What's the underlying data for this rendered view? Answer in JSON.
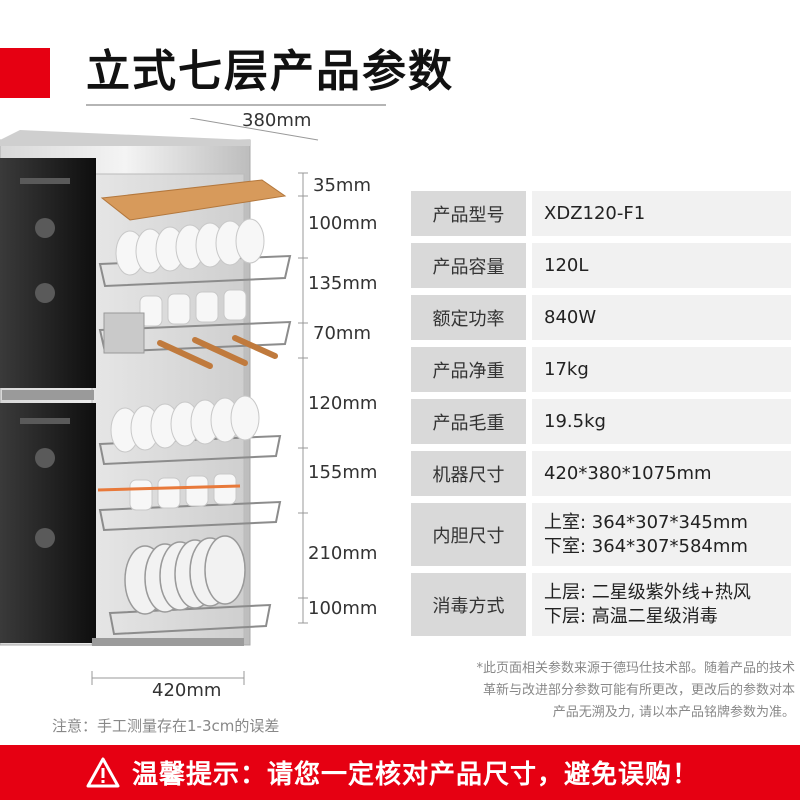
{
  "title": "立式七层产品参数",
  "dimensions": {
    "width_top": "380mm",
    "width_bottom": "420mm",
    "layers": [
      "35mm",
      "100mm",
      "135mm",
      "70mm",
      "120mm",
      "155mm",
      "210mm",
      "100mm"
    ]
  },
  "specs": [
    {
      "label": "产品型号",
      "values": [
        "XDZ120-F1"
      ]
    },
    {
      "label": "产品容量",
      "values": [
        "120L"
      ]
    },
    {
      "label": "额定功率",
      "values": [
        "840W"
      ]
    },
    {
      "label": "产品净重",
      "values": [
        "17kg"
      ]
    },
    {
      "label": "产品毛重",
      "values": [
        "19.5kg"
      ]
    },
    {
      "label": "机器尺寸",
      "values": [
        "420*380*1075mm"
      ]
    },
    {
      "label": "内胆尺寸",
      "values": [
        "上室: 364*307*345mm",
        "下室: 364*307*584mm"
      ]
    },
    {
      "label": "消毒方式",
      "values": [
        "上层: 二星级紫外线+热风",
        "下层: 高温二星级消毒"
      ]
    }
  ],
  "footnote": [
    "*此页面相关参数来源于德玛仕技术部。随着产品的技术",
    "革新与改进部分参数可能有所更改，更改后的参数对本",
    "产品无溯及力, 请以本产品铭牌参数为准。"
  ],
  "note": "注意：手工测量存在1-3cm的误差",
  "banner": "温馨提示：请您一定核对产品尺寸，避免误购！",
  "colors": {
    "accent": "#e60012",
    "label_bg": "#d9d9d9",
    "value_bg": "#f1f1f1"
  },
  "icons": {
    "banner": "warning-triangle-icon"
  }
}
